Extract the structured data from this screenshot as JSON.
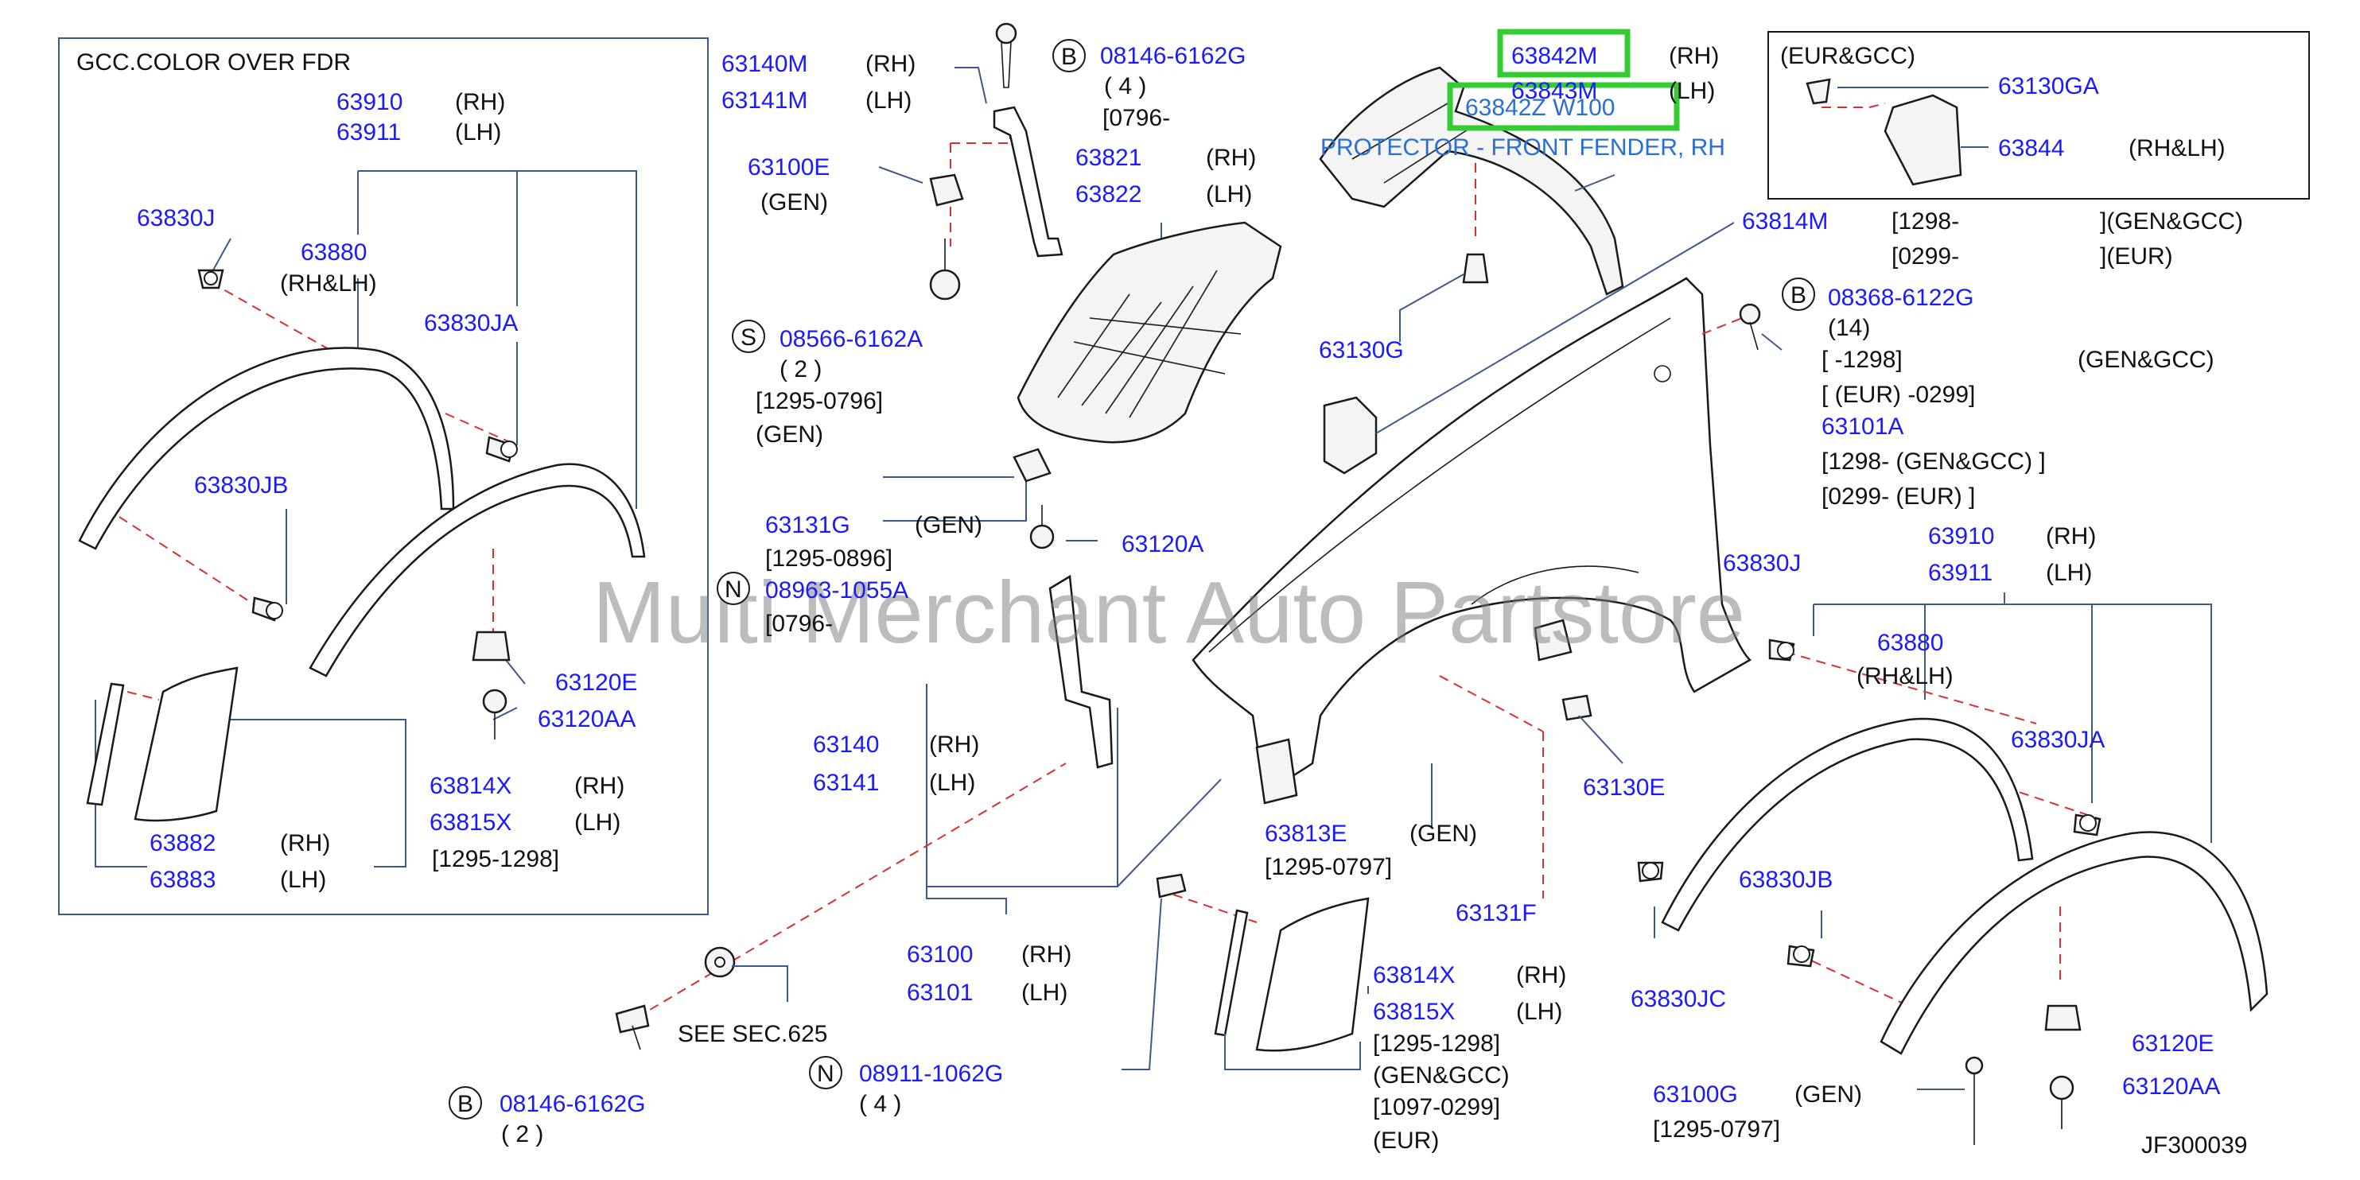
{
  "watermark": "Multi Merchant Auto Partstore",
  "drawing_code": "JF300039",
  "highlight_part": "63842Z W100",
  "highlight_desc": "PROTECTOR - FRONT FENDER, RH",
  "labels": {
    "gcc_title": "GCC.COLOR   OVER   FDR",
    "l_63910": "63910",
    "l_rh1": "(RH)",
    "l_63911": "63911",
    "l_lh1": "(LH)",
    "l_63830J": "63830J",
    "l_63880": "63880",
    "l_rhlh1": "(RH&LH)",
    "l_63830JA": "63830JA",
    "l_63830JB": "63830JB",
    "l_63120E": "63120E",
    "l_63120AA": "63120AA",
    "l_63814X": "63814X",
    "l_rh2": "(RH)",
    "l_63815X": "63815X",
    "l_lh2": "(LH)",
    "l_63882": "63882",
    "l_rh3": "(RH)",
    "l_63883": "63883",
    "l_lh3": "(LH)",
    "l_date1": "[1295-1298]",
    "l_63140M": "63140M",
    "l_rh4": "(RH)",
    "l_63141M": "63141M",
    "l_lh4": "(LH)",
    "b1": "B",
    "l_08146a": "08146-6162G",
    "l_q4a": "( 4 )",
    "l_0796a": "[0796-",
    "l_63100E": "63100E",
    "l_gen1": "(GEN)",
    "l_63821": "63821",
    "l_rh5": "(RH)",
    "l_63822": "63822",
    "l_lh5": "(LH)",
    "s1": "S",
    "l_08566": "08566-6162A",
    "l_q2a": "( 2 )",
    "l_date2": "[1295-0796]",
    "l_gen2": "(GEN)",
    "l_63131G": "63131G",
    "l_gen3": "(GEN)",
    "l_date3": "[1295-0896]",
    "l_63120A": "63120A",
    "n1": "N",
    "l_08963": "08963-1055A",
    "l_0796b": "[0796-",
    "l_63842M": "63842M",
    "l_rh6": "(RH)",
    "l_63843M": "63843M",
    "l_lh6": "(LH)",
    "l_63130G": "63130G",
    "l_eurgcc": "(EUR&GCC)",
    "l_63130GA": "63130GA",
    "l_63844": "63844",
    "l_rhlh2": "(RH&LH)",
    "l_63814M": "63814M",
    "l_1298a": "[1298-",
    "l_gengcc1": "](GEN&GCC)",
    "l_0299a": "[0299-",
    "l_eur1": "](EUR)",
    "b2": "B",
    "l_08368": "08368-6122G",
    "l_q14": "(14)",
    "l_x1298": "[        -1298]",
    "l_gengcc2": "(GEN&GCC)",
    "l_x0299": "[   (EUR)  -0299]",
    "l_63101A": "63101A",
    "l_1298b": "[1298-   (GEN&GCC)   ]",
    "l_0299b": "[0299-   (EUR)   ]",
    "r_63910": "63910",
    "r_rh1": "(RH)",
    "r_63911": "63911",
    "r_lh1": "(LH)",
    "r_63830J": "63830J",
    "r_63880": "63880",
    "r_rhlh": "(RH&LH)",
    "r_63830JA": "63830JA",
    "l_63130E": "63130E",
    "l_63813E": "63813E",
    "l_gen4": "(GEN)",
    "l_date4": "[1295-0797]",
    "r_63830JB": "63830JB",
    "l_63131F": "63131F",
    "l_63830JC": "63830JC",
    "r_63120E": "63120E",
    "r_63120AA": "63120AA",
    "l_63100G": "63100G",
    "l_gen5": "(GEN)",
    "l_date5": "[1295-0797]",
    "l_63140": "63140",
    "l_rh7": "(RH)",
    "l_63141": "63141",
    "l_lh7": "(LH)",
    "l_63100": "63100",
    "l_rh8": "(RH)",
    "l_63101": "63101",
    "l_lh8": "(LH)",
    "m_63814X": "63814X",
    "m_rh": "(RH)",
    "m_63815X": "63815X",
    "m_lh": "(LH)",
    "l_date6": "[1295-1298]",
    "l_gengcc3": "(GEN&GCC)",
    "l_date7": "[1097-0299]",
    "l_eur2": "(EUR)",
    "l_see": "SEE   SEC.625",
    "n2": "N",
    "l_08911": "08911-1062G",
    "l_q4b": "( 4 )",
    "b3": "B",
    "l_08146b": "08146-6162G",
    "l_q2b": "( 2 )"
  }
}
